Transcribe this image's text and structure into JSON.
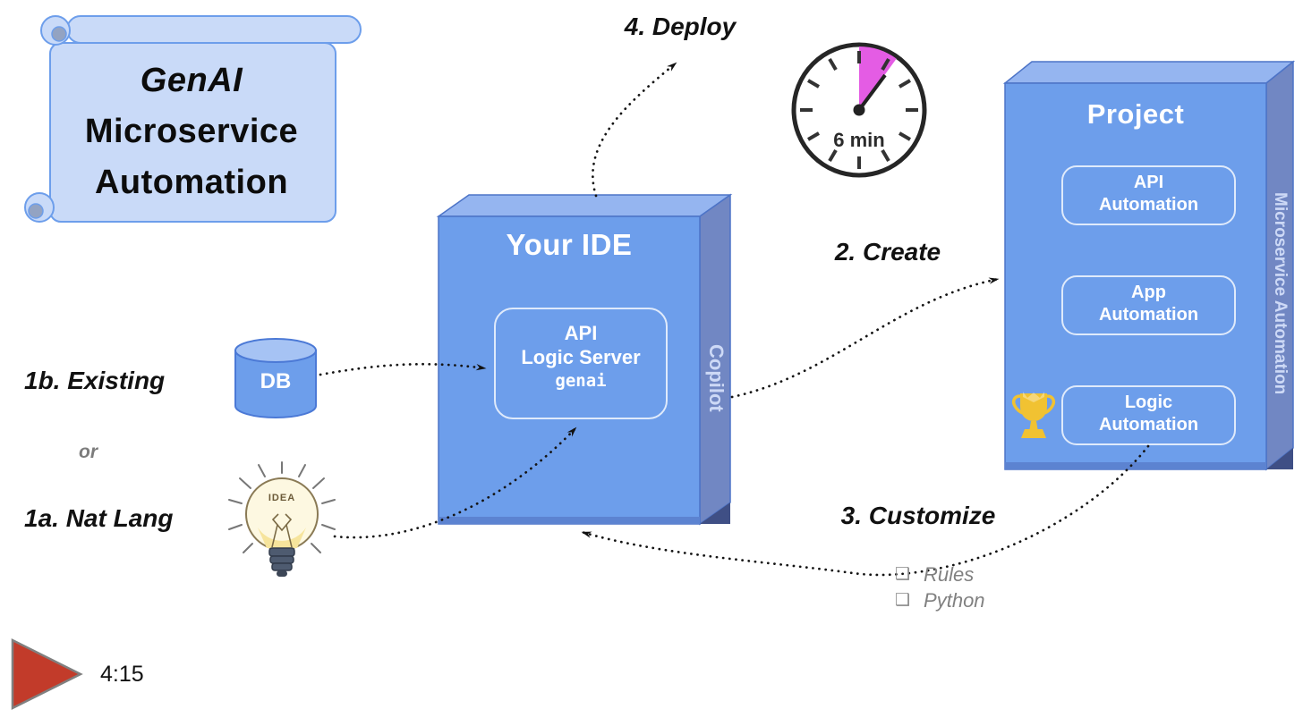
{
  "banner": {
    "line1": "GenAI",
    "line2": "Microservice",
    "line3": "Automation"
  },
  "steps": {
    "deploy": "4. Deploy",
    "create": "2. Create",
    "customize": "3. Customize",
    "existing": "1b. Existing",
    "or": "or",
    "nat_lang": "1a. Nat Lang"
  },
  "clock": {
    "duration": "6 min"
  },
  "ide_box": {
    "title": "Your IDE",
    "inner": {
      "line1": "API",
      "line2": "Logic Server",
      "code": "genai"
    },
    "side_label": "Copilot"
  },
  "project_box": {
    "title": "Project",
    "side_label": "Microservice Automation",
    "modules": [
      {
        "label": "API\nAutomation"
      },
      {
        "label": "App\nAutomation"
      },
      {
        "label": "Logic\nAutomation"
      }
    ]
  },
  "db": {
    "label": "DB"
  },
  "idea": {
    "label": "IDEA"
  },
  "customize_list": [
    {
      "bullet": "❑",
      "label": "Rules"
    },
    {
      "bullet": "❑",
      "label": "Python"
    }
  ],
  "player": {
    "timestamp": "4:15"
  },
  "colors": {
    "box_front": "#6d9eeb",
    "box_top": "#95b5f0",
    "box_side": "#7187c3",
    "box_shadow": "#3f4f85",
    "scroll_fill": "#c9daf8",
    "scroll_stroke": "#6d9eeb",
    "wedge_magenta": "#e45ce4",
    "trophy_gold": "#f1c232",
    "play_red": "#c23b2a",
    "text_black": "#111111",
    "side_text": "#cdd9f6"
  }
}
